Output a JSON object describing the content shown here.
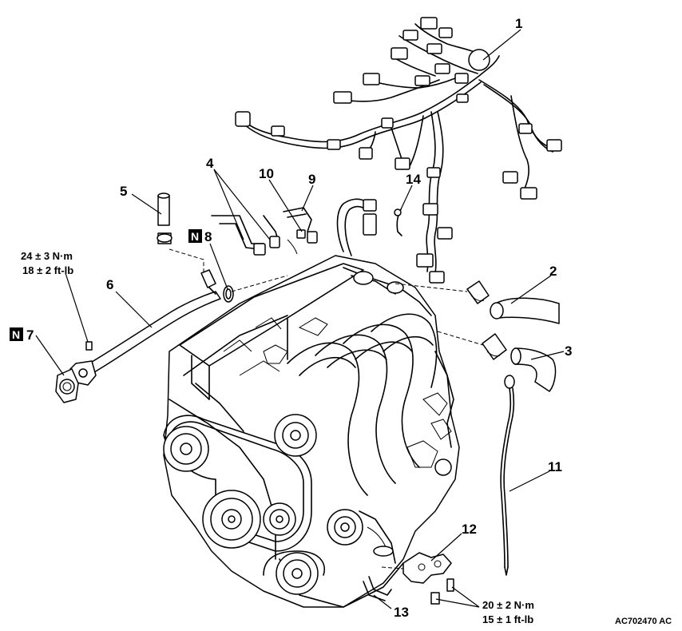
{
  "callouts": [
    {
      "id": "1",
      "text": "1"
    },
    {
      "id": "2",
      "text": "2"
    },
    {
      "id": "3",
      "text": "3"
    },
    {
      "id": "4",
      "text": "4"
    },
    {
      "id": "5",
      "text": "5"
    },
    {
      "id": "6",
      "text": "6"
    },
    {
      "id": "7",
      "text": "7"
    },
    {
      "id": "8",
      "text": "8"
    },
    {
      "id": "9",
      "text": "9"
    },
    {
      "id": "10",
      "text": "10"
    },
    {
      "id": "11",
      "text": "11"
    },
    {
      "id": "12",
      "text": "12"
    },
    {
      "id": "13",
      "text": "13"
    },
    {
      "id": "14",
      "text": "14"
    }
  ],
  "new_part_mark": "N",
  "torque_top": {
    "metric": "24 ± 3 N·m",
    "imperial": "18 ± 2 ft-lb"
  },
  "torque_bottom": {
    "metric": "20 ± 2 N·m",
    "imperial": "15 ± 1 ft-lb"
  },
  "figure_code": "AC702470 AC"
}
